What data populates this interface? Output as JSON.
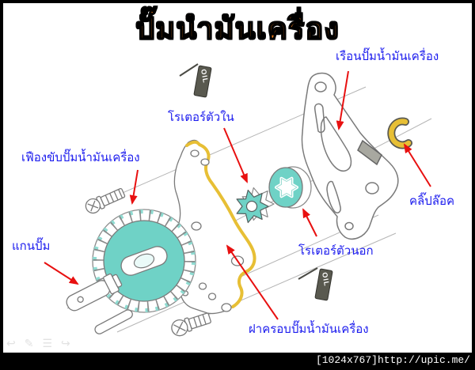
{
  "title": "ปั๊มนำมันเครื่อง",
  "labels": [
    {
      "id": "pump-housing",
      "text": "เรือนปั๊มน้ำมันเครื่อง"
    },
    {
      "id": "inner-rotor",
      "text": "โรเตอร์ตัวใน"
    },
    {
      "id": "drive-gear",
      "text": "เฟืองขับปั๊มน้ำมันเครื่อง"
    },
    {
      "id": "pump-shaft",
      "text": "แกนปั๊ม"
    },
    {
      "id": "clip-lock",
      "text": "คลิ๊ปล๊อค"
    },
    {
      "id": "outer-rotor",
      "text": "โรเตอร์ตัวนอก"
    },
    {
      "id": "pump-cover",
      "text": "ฝาครอบปั๊มน้ำมันเครื่อง"
    }
  ],
  "diagram": {
    "oil_tag_label": "OIL"
  },
  "footer": {
    "watermark": "[1024x767]http://upic.me/"
  },
  "colors": {
    "title_orange": "#ef7d1a",
    "label_blue": "#1b1bee",
    "arrow_red": "#e81010",
    "part_teal": "#6fd2c6",
    "gasket_yellow": "#e7bf35",
    "outline_gray": "#7a7a7a"
  }
}
